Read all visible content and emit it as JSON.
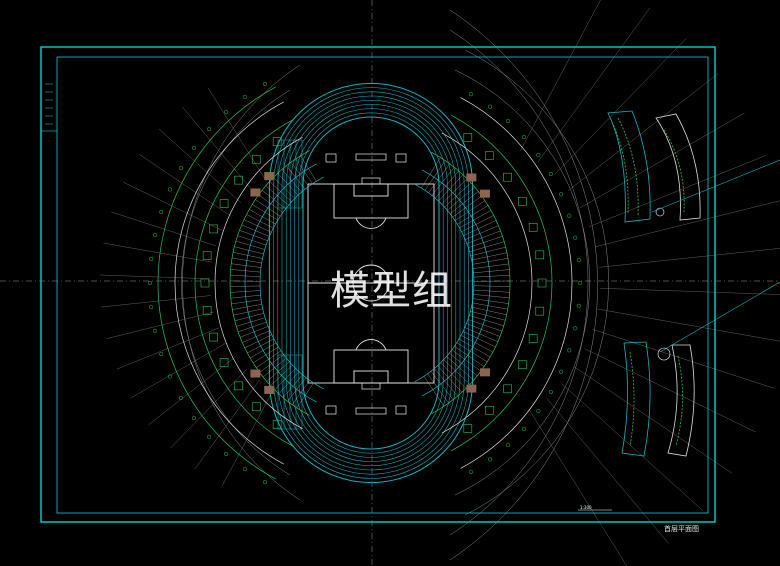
{
  "drawing": {
    "watermark_text": "模型组",
    "sheet_title": "首层平面图",
    "sub_label": "1:300",
    "colors": {
      "background": "#000000",
      "frame": "#00d2d2",
      "axis": "#b4b4b4",
      "detail_green": "#22c35a",
      "detail_cyan": "#1ab4c8",
      "accent_white": "#ffffff",
      "accent_brown": "#8c6450"
    },
    "icons": [
      "stadium-plan-icon",
      "running-track-icon",
      "football-field-icon"
    ]
  }
}
